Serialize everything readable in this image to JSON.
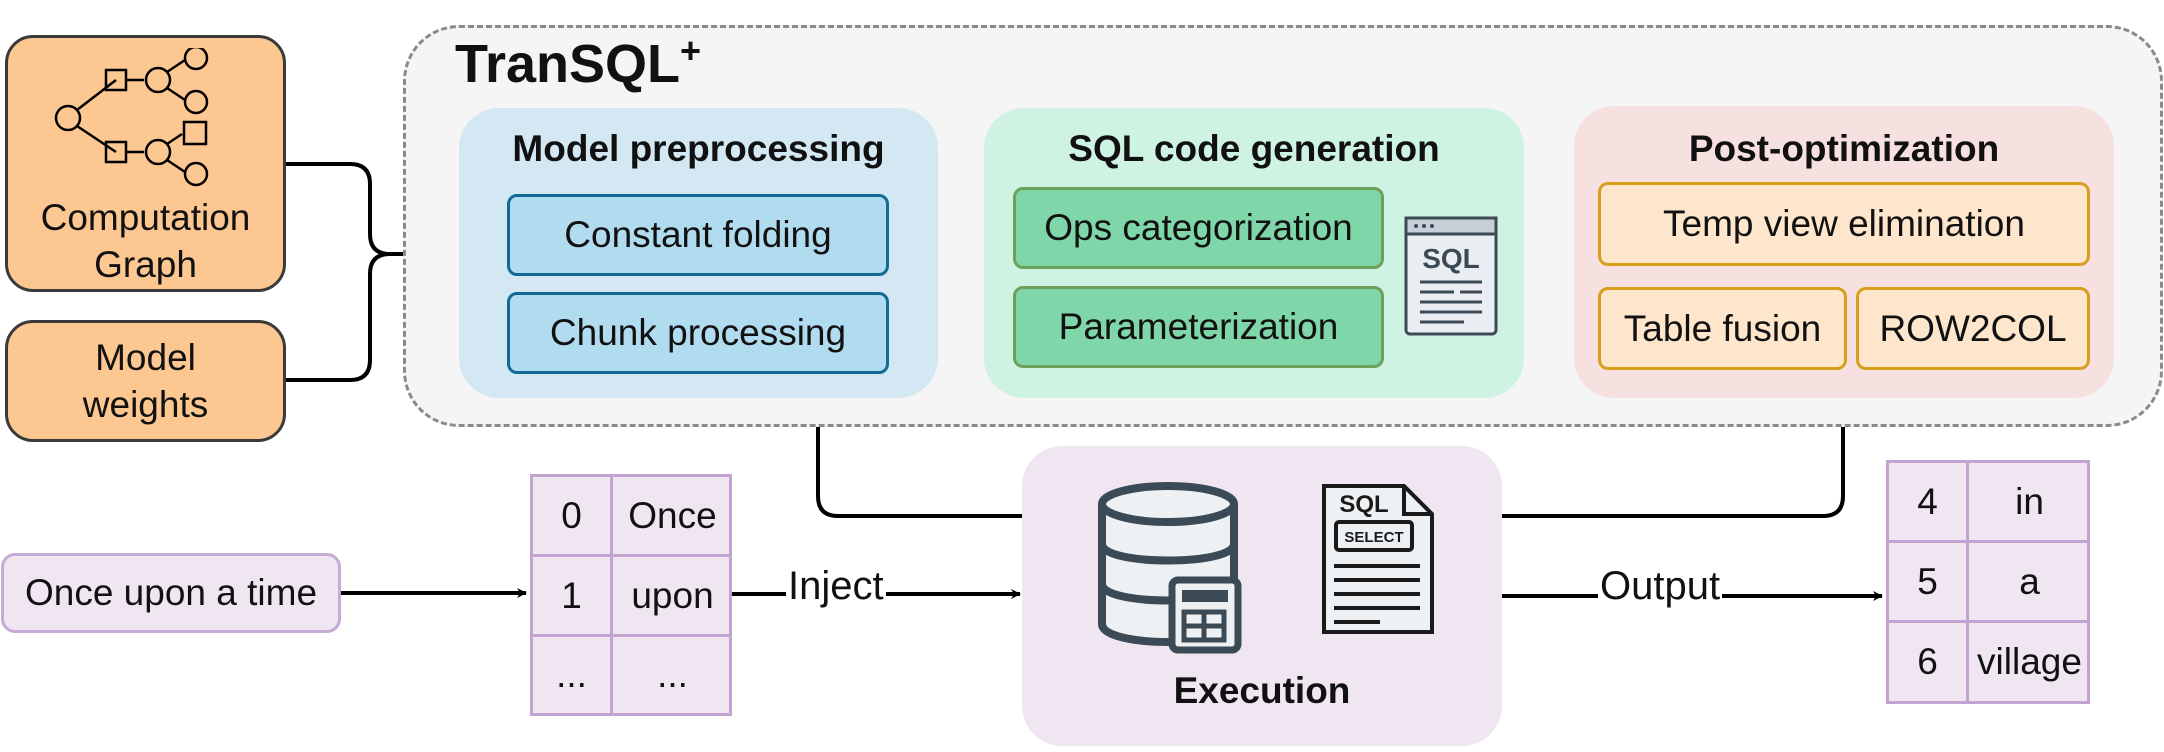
{
  "inputs": {
    "computation_graph": "Computation\nGraph",
    "model_weights": "Model\nweights",
    "prompt": "Once upon a time"
  },
  "system": {
    "title": "TranSQL",
    "title_sup": "+"
  },
  "stages": {
    "preprocessing": {
      "title": "Model preprocessing",
      "items": [
        "Constant folding",
        "Chunk processing"
      ],
      "color": "#d4e8f3"
    },
    "codegen": {
      "title": "SQL code generation",
      "items": [
        "Ops categorization",
        "Parameterization"
      ],
      "icon": "sql-window-icon",
      "icon_text": "SQL",
      "color": "#cff3e2"
    },
    "postopt": {
      "title": "Post-optimization",
      "items": [
        "Temp view elimination",
        "Table fusion",
        "ROW2COL"
      ],
      "color": "#f6e1e0"
    }
  },
  "execution": {
    "title": "Execution",
    "icons": [
      "database-calculator-icon",
      "sql-select-file-icon"
    ],
    "file_title": "SQL",
    "file_badge": "SELECT",
    "color": "#efe6f2"
  },
  "input_table": {
    "rows": [
      [
        "0",
        "Once"
      ],
      [
        "1",
        "upon"
      ],
      [
        "...",
        "..."
      ]
    ]
  },
  "output_table": {
    "rows": [
      [
        "4",
        "in"
      ],
      [
        "5",
        "a"
      ],
      [
        "6",
        "village"
      ]
    ]
  },
  "edge_labels": {
    "inject": "Inject",
    "output": "Output"
  }
}
